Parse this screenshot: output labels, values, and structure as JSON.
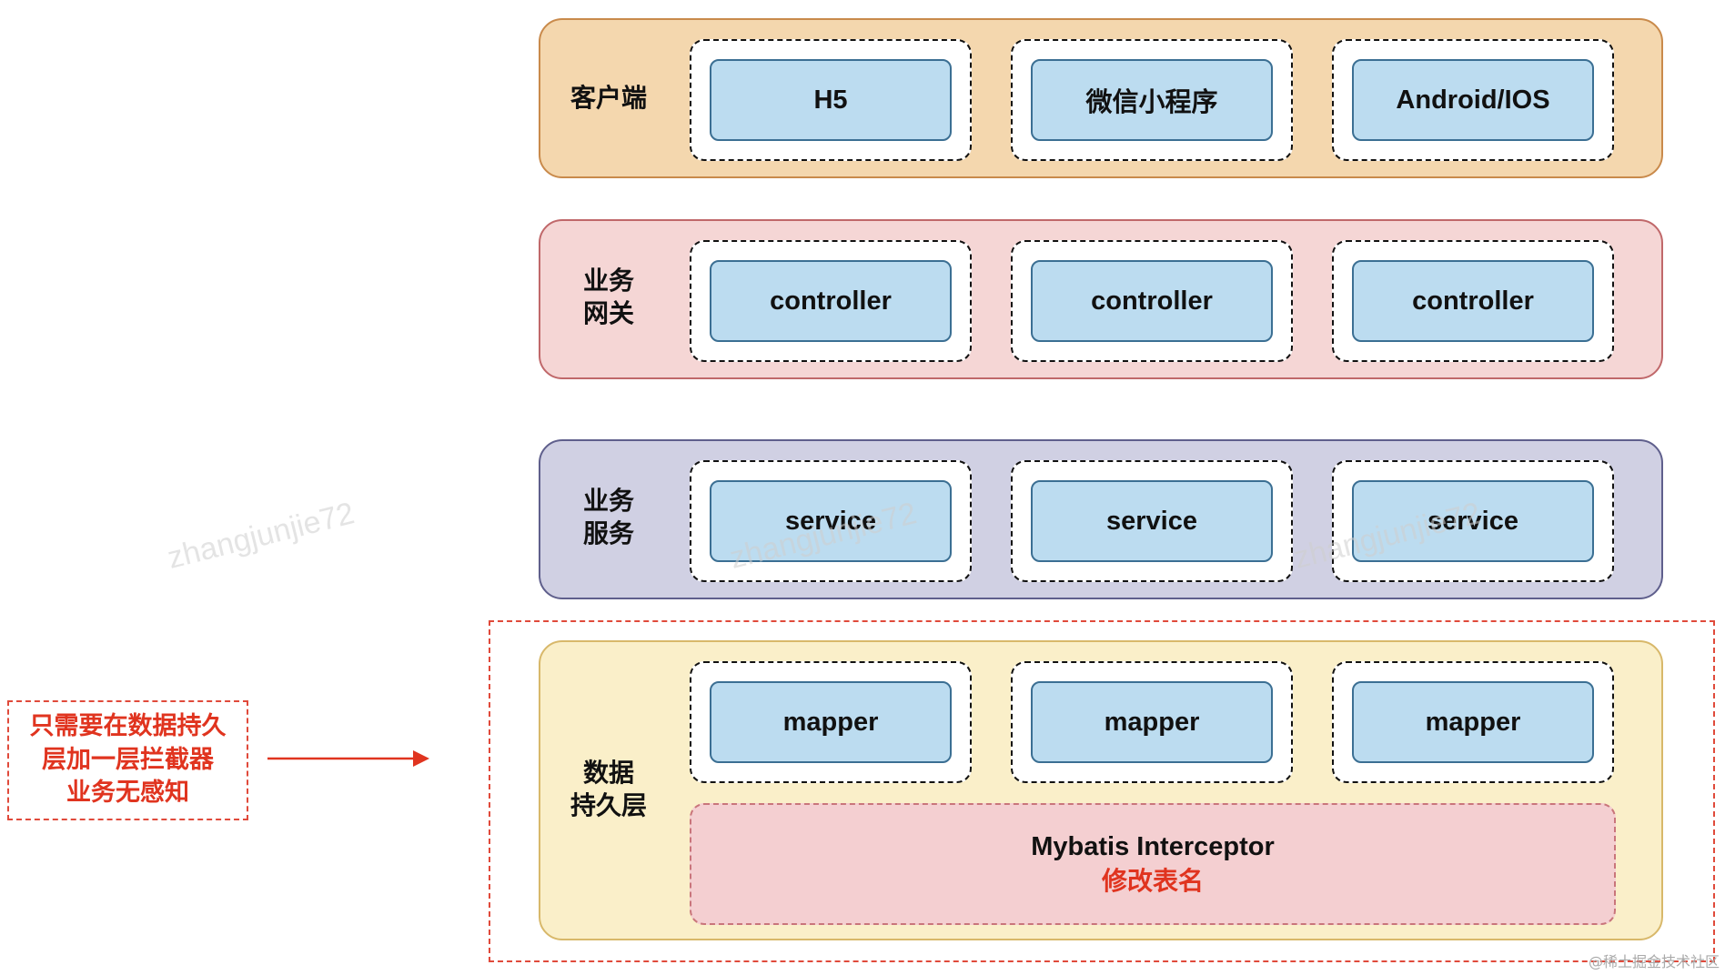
{
  "layers": [
    {
      "label": "客户端",
      "bg": "#f4d7ae",
      "border": "#c98a4b",
      "components": [
        "H5",
        "微信小程序",
        "Android/IOS"
      ]
    },
    {
      "label": "业务\n网关",
      "bg": "#f5d6d5",
      "border": "#c0686a",
      "components": [
        "controller",
        "controller",
        "controller"
      ]
    },
    {
      "label": "业务\n服务",
      "bg": "#d0d0e3",
      "border": "#5f5f8c",
      "components": [
        "service",
        "service",
        "service"
      ]
    },
    {
      "label": "数据\n持久层",
      "bg": "#faefc9",
      "border": "#d8b86a",
      "components": [
        "mapper",
        "mapper",
        "mapper"
      ],
      "interceptor": {
        "title": "Mybatis Interceptor",
        "subtitle": "修改表名"
      }
    }
  ],
  "note": {
    "lines": [
      "只需要在数据持久",
      "层加一层拦截器",
      "业务无感知"
    ]
  },
  "colors": {
    "component_fill": "#bcdcf0",
    "component_border": "#3b6f93",
    "highlight_red": "#e0341f"
  },
  "watermarks": [
    "zhangjunjie72",
    "zhangjunjie72",
    "zhangjunjie72"
  ],
  "footer": "@稀土掘金技术社区"
}
